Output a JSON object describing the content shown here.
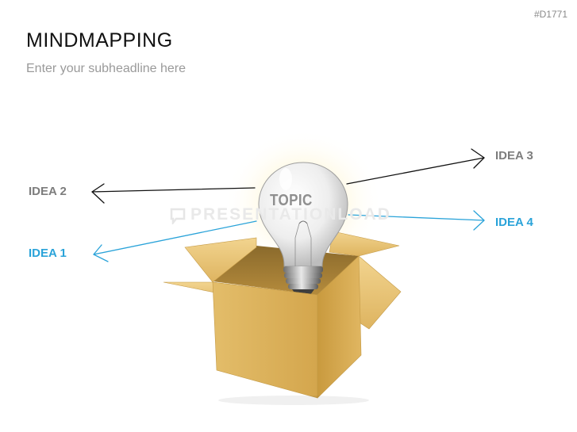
{
  "slide": {
    "title": "MINDMAPPING",
    "subtitle": "Enter your subheadline here",
    "code": "#D1771"
  },
  "watermark": "PRESENTATIONLOAD",
  "diagram": {
    "center_label": "TOPIC",
    "ideas": [
      {
        "id": "idea1",
        "label": "IDEA 1",
        "color": "#2aa3d9"
      },
      {
        "id": "idea2",
        "label": "IDEA 2",
        "color": "#7d7d7d"
      },
      {
        "id": "idea3",
        "label": "IDEA 3",
        "color": "#7d7d7d"
      },
      {
        "id": "idea4",
        "label": "IDEA 4",
        "color": "#2aa3d9"
      }
    ]
  }
}
